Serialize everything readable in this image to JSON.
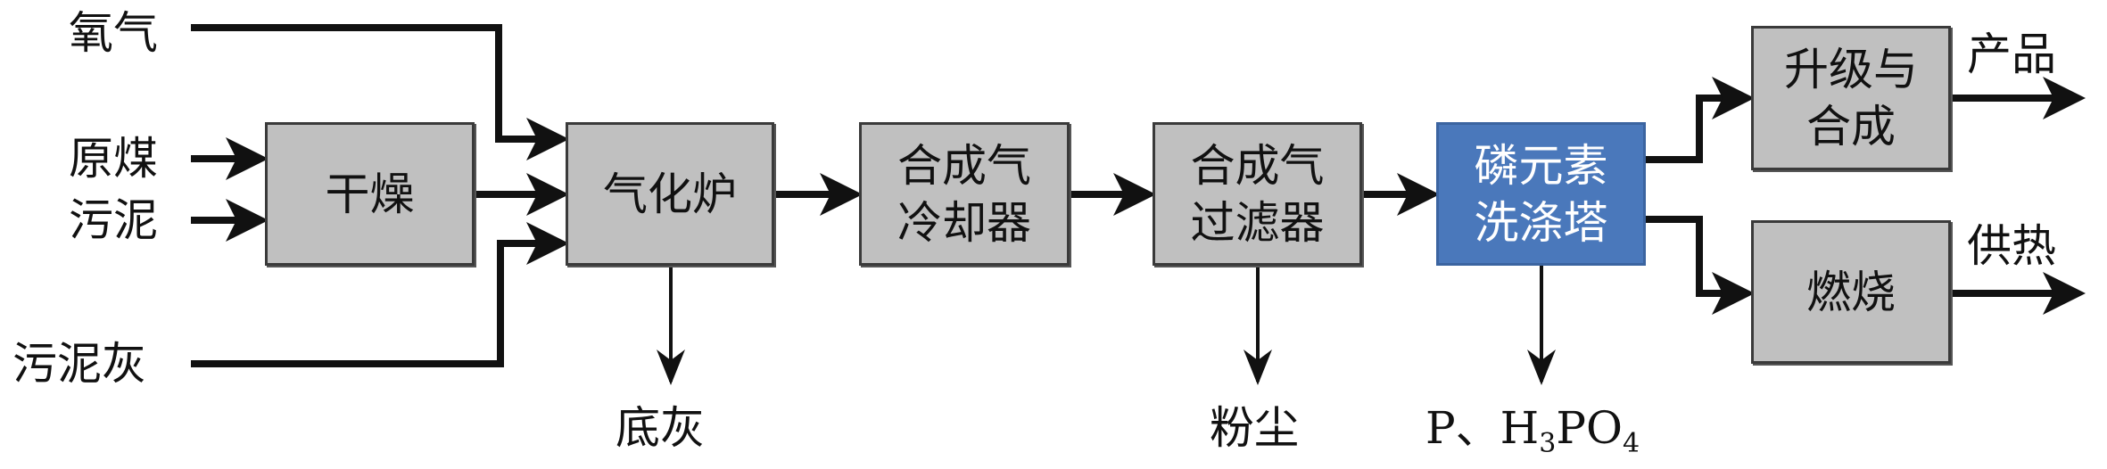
{
  "inputs": {
    "oxygen": "氧气",
    "raw_coal": "原煤",
    "sludge": "污泥",
    "sludge_ash": "污泥灰"
  },
  "boxes": {
    "dryer": "干燥",
    "gasifier": "气化炉",
    "cooler": [
      "合成气",
      "冷却器"
    ],
    "filter": [
      "合成气",
      "过滤器"
    ],
    "scrubber": [
      "磷元素",
      "洗涤塔"
    ],
    "upgrade": [
      "升级与",
      "合成"
    ],
    "combustion": "燃烧"
  },
  "outputs": {
    "bottom_ash": "底灰",
    "dust": "粉尘",
    "phosphorus": {
      "p": "P、H",
      "sub1": "3",
      "po": "PO",
      "sub2": "4"
    },
    "product": "产品",
    "heat": "供热"
  },
  "colors": {
    "box_fill": "#c0c0c0",
    "scrubber_fill": "#4a78bb",
    "line": "#111111"
  }
}
